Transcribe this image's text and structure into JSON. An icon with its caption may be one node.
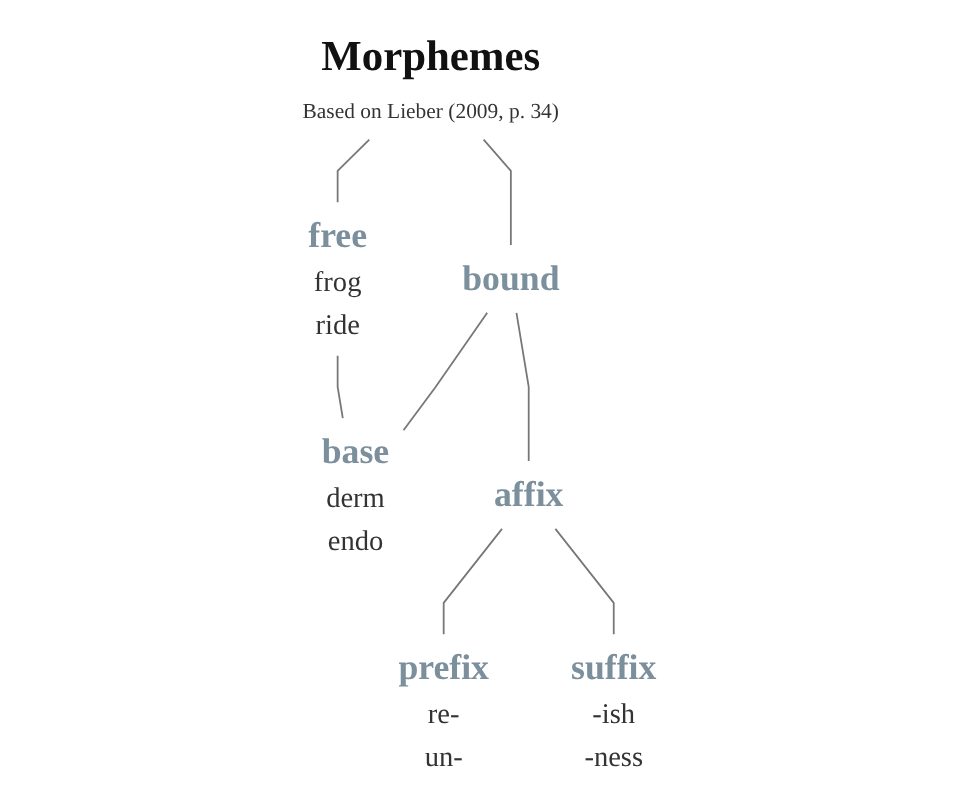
{
  "diagram": {
    "nodes": [
      {
        "text": [
          "Morphemes",
          "Based on Lieber (2009, p. 34)"
        ]
      },
      {
        "text": [
          "free",
          "frog",
          "ride"
        ]
      },
      {
        "text": [
          "bound"
        ]
      },
      {
        "text": [
          "base",
          "derm",
          "endo"
        ]
      },
      {
        "text": [
          "affix"
        ]
      },
      {
        "text": [
          "prefix",
          "re-",
          "un-"
        ]
      },
      {
        "text": [
          "suffix",
          "-ish",
          "-ness"
        ]
      }
    ],
    "edges": [
      {
        "from": 0,
        "to": 1,
        "arrow": "none"
      },
      {
        "from": 0,
        "to": 2,
        "arrow": "none"
      },
      {
        "from": 1,
        "to": 3,
        "arrow": "none"
      },
      {
        "from": 2,
        "to": 3,
        "arrow": "none"
      },
      {
        "from": 2,
        "to": 4,
        "arrow": "none"
      },
      {
        "from": 4,
        "to": 5,
        "arrow": "none"
      },
      {
        "from": 4,
        "to": 6,
        "arrow": "none"
      }
    ]
  }
}
